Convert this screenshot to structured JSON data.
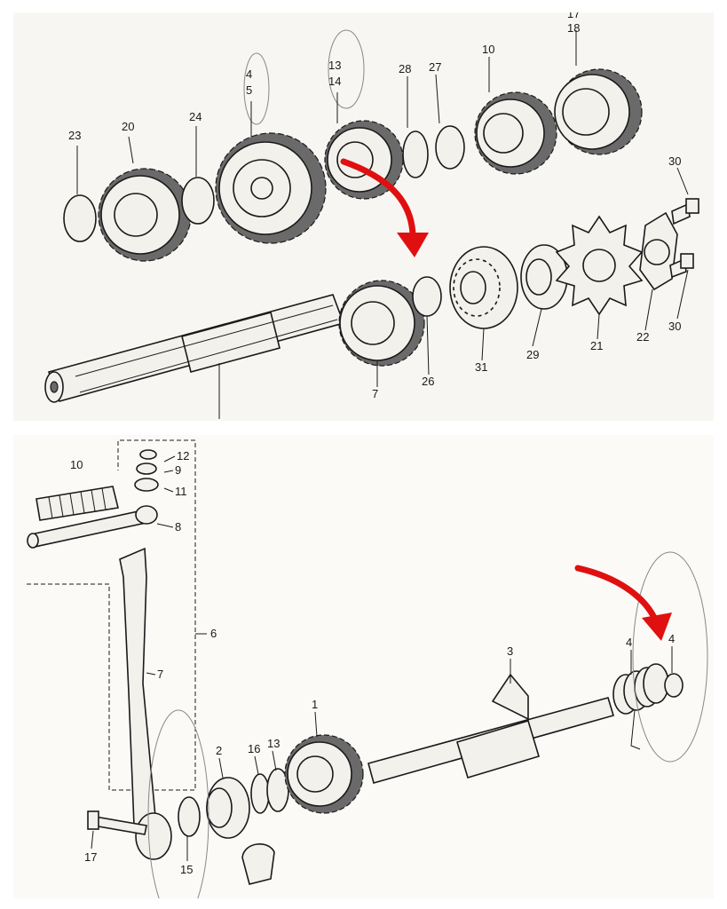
{
  "top_diagram": {
    "labels": {
      "l23": "23",
      "l20": "20",
      "l24": "24",
      "l4": "4",
      "l5": "5",
      "l13": "13",
      "l14": "14",
      "l28": "28",
      "l27": "27",
      "l10": "10",
      "l17": "17",
      "l18": "18",
      "l30a": "30",
      "l30b": "30",
      "l22": "22",
      "l21": "21",
      "l29": "29",
      "l31": "31",
      "l26": "26",
      "l7": "7"
    }
  },
  "bottom_diagram": {
    "labels": {
      "l12": "12",
      "l9": "9",
      "l11": "11",
      "l10": "10",
      "l8": "8",
      "l6": "6",
      "l7": "7",
      "l3": "3",
      "l4a": "4",
      "l4b": "4",
      "l1": "1",
      "l2": "2",
      "l16": "16",
      "l13": "13",
      "l17": "17",
      "l15": "15"
    }
  },
  "annotations": {
    "arrow_color": "#e01010"
  }
}
